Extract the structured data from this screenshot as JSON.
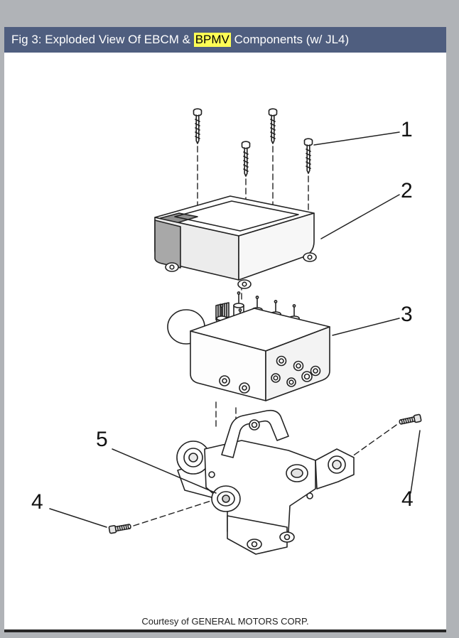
{
  "header": {
    "title_prefix": "Fig 3: Exploded View Of EBCM & ",
    "title_highlight": "BPMV",
    "title_suffix": " Components (w/ JL4)"
  },
  "footer": {
    "courtesy": "Courtesy of GENERAL MOTORS CORP."
  },
  "diagram": {
    "callouts": [
      {
        "label": "1"
      },
      {
        "label": "2"
      },
      {
        "label": "3"
      },
      {
        "label": "4"
      },
      {
        "label": "4"
      },
      {
        "label": "5"
      }
    ]
  },
  "colors": {
    "titlebar_bg": "#4f5e7f",
    "highlight_bg": "#ffff55",
    "frame_bg": "#b0b3b7",
    "line_color": "#222222"
  }
}
